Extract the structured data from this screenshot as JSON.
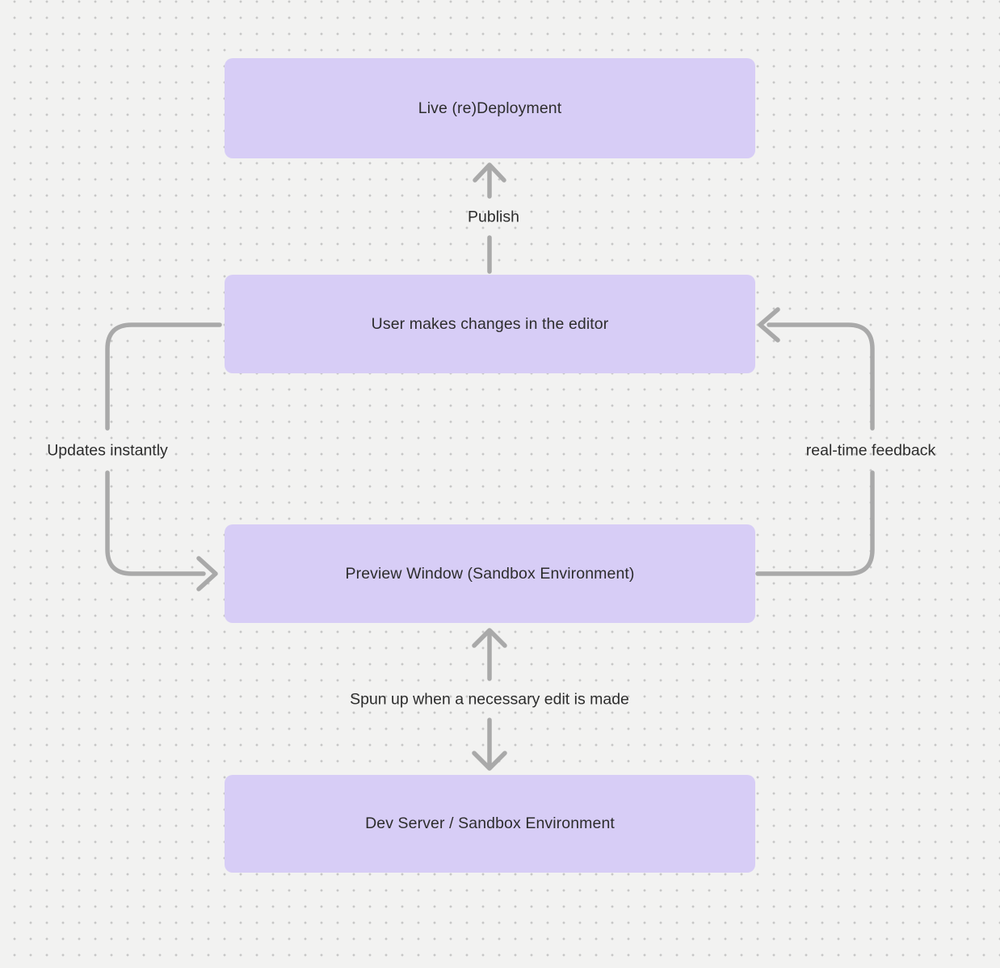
{
  "diagram": {
    "nodes": [
      {
        "id": "live-redeployment",
        "label": "Live (re)Deployment"
      },
      {
        "id": "user-editor",
        "label": "User makes changes in the editor"
      },
      {
        "id": "preview-window",
        "label": "Preview Window (Sandbox Environment)"
      },
      {
        "id": "dev-server",
        "label": "Dev Server / Sandbox Environment"
      }
    ],
    "edges": [
      {
        "from": "user-editor",
        "to": "live-redeployment",
        "label": "Publish",
        "direction": "up"
      },
      {
        "from": "user-editor",
        "to": "preview-window",
        "label": "Updates instantly",
        "direction": "left-loop-down"
      },
      {
        "from": "preview-window",
        "to": "user-editor",
        "label": "real-time feedback",
        "direction": "right-loop-up"
      },
      {
        "from": "preview-window",
        "to": "dev-server",
        "label": "Spun up when a necessary edit is made",
        "direction": "both"
      }
    ]
  },
  "colors": {
    "canvas_background": "#f2f2f1",
    "grid_dot": "#c7c7c7",
    "node_fill": "#d7cdf6",
    "node_text": "#2d2d2d",
    "connector": "#a9a9a9",
    "edge_label_text": "#2d2d2d"
  }
}
